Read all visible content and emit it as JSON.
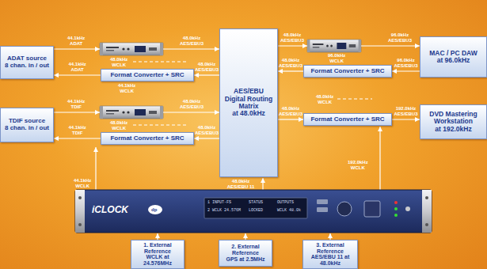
{
  "diagram": {
    "nodes": [
      {
        "text": [
          "ADAT source",
          "8 chan. in / out"
        ]
      },
      {
        "text": [
          "Format Converter + SRC"
        ]
      },
      {
        "text": [
          "TDIF source",
          "8 chan. in / out"
        ]
      },
      {
        "text": [
          "Format Converter + SRC"
        ]
      },
      {
        "text": [
          "AES/EBU Digital Routing Matrix",
          "at 48.0kHz"
        ]
      },
      {
        "text": [
          "Format Converter + SRC"
        ]
      },
      {
        "text": [
          "Format Converter + SRC"
        ]
      },
      {
        "text": [
          "MAC / PC DAW",
          "at 96.0kHz"
        ]
      },
      {
        "text": [
          "DVD Mastering Workstation",
          "at 192.0kHz"
        ]
      },
      {
        "text": [
          "1. External Reference",
          "WCLK at 24.576MHz"
        ]
      },
      {
        "text": [
          "2. External Reference",
          "GPS at 2.5MHz"
        ]
      },
      {
        "text": [
          "3. External Reference",
          "AES/EBU 11 at 48.0kHz"
        ]
      }
    ],
    "edges": [
      {
        "from": 1,
        "to": 0,
        "arrow": "to",
        "label": "44.1kHz ADAT"
      },
      {
        "from": 4,
        "to": 1,
        "arrow": "to",
        "label": "48.0kHz AES/EBU3"
      },
      {
        "from": 3,
        "to": 2,
        "arrow": "to",
        "label": "44.1kHz TDIF"
      },
      {
        "from": 4,
        "to": 3,
        "arrow": "to",
        "label": "48.0kHz AES/EBU3"
      },
      {
        "from": 5,
        "to": 4,
        "arrow": "to",
        "label": "48.0kHz AES/EBU3"
      },
      {
        "from": 7,
        "to": 5,
        "arrow": "to",
        "label": "96.0kHz AES/EBU3"
      },
      {
        "from": 4,
        "to": 6,
        "arrow": "to",
        "label": "48.0kHz AES/EBU3"
      },
      {
        "from": 6,
        "to": 8,
        "arrow": "to",
        "label": "192.0kHz AES/EBU3"
      }
    ],
    "labels": [
      "44.1kHz ADAT",
      "48.0kHz AES/EBU3",
      "48.0kHz WCLK",
      "44.1kHz WCLK",
      "44.1kHz TDIF",
      "48.0kHz AES/EBU3",
      "48.0kHz WCLK",
      "44.1kHz WCLK",
      "48.0kHz AES/EBU 11",
      "48.0kHz AES/EBU3",
      "96.0kHz AES/EBU3",
      "96.0kHz WCLK",
      "48.0kHz WCLK",
      "192.0kHz WCLK",
      "iCLOCK",
      "dp",
      "1 INPUT-FS",
      "STATUS",
      "OUTPUTS",
      "2 WCLK 24.576M",
      "LOCKED",
      "WCLK 48.0k"
    ]
  }
}
